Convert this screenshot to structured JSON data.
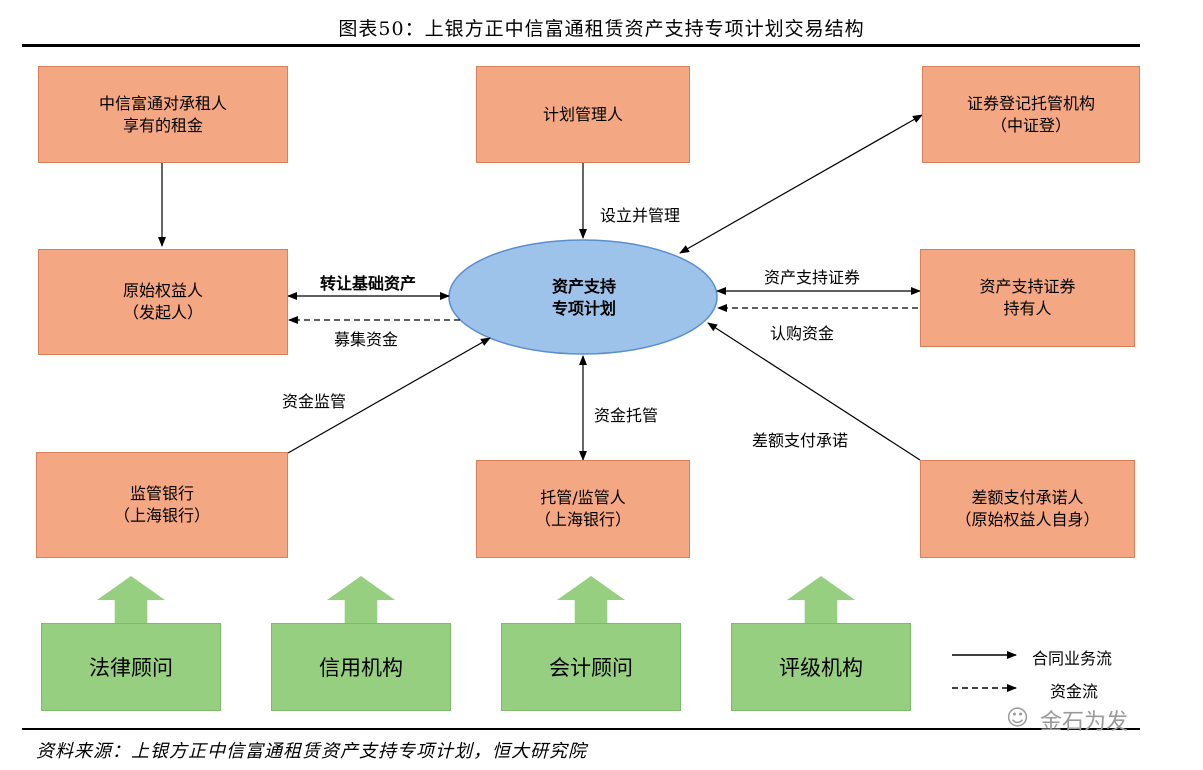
{
  "title": "图表50：上银方正中信富通租赁资产支持专项计划交易结构",
  "center": {
    "line1": "资产支持",
    "line2": "专项计划"
  },
  "boxes": {
    "rent": {
      "line1": "中信富通对承租人",
      "line2": "享有的租金"
    },
    "manager": {
      "line1": "计划管理人"
    },
    "registry": {
      "line1": "证券登记托管机构",
      "line2": "（中证登）"
    },
    "originator": {
      "line1": "原始权益人",
      "line2": "（发起人）"
    },
    "holders": {
      "line1": "资产支持证券",
      "line2": "持有人"
    },
    "supervisor": {
      "line1": "监管银行",
      "line2": "（上海银行）"
    },
    "custodian": {
      "line1": "托管/监管人",
      "line2": "（上海银行）"
    },
    "guarantor": {
      "line1": "差额支付承诺人",
      "line2": "（原始权益人自身）"
    }
  },
  "edge_labels": {
    "setup_manage": "设立并管理",
    "transfer_assets": "转让基础资产",
    "raise_funds": "募集资金",
    "abs": "资产支持证券",
    "subscribe_funds": "认购资金",
    "fund_supervision": "资金监管",
    "fund_custody": "资金托管",
    "difference_commitment": "差额支付承诺"
  },
  "advisors": [
    "法律顾问",
    "信用机构",
    "会计顾问",
    "评级机构"
  ],
  "legend": {
    "contract": "合同业务流",
    "funds": "资金流"
  },
  "footer": "资料来源：上银方正中信富通租赁资产支持专项计划，恒大研究院",
  "watermark": "金石为发",
  "colors": {
    "box_fill": "#f4a783",
    "ellipse_fill": "#9ec3ea",
    "advisor_fill": "#97cf80"
  }
}
